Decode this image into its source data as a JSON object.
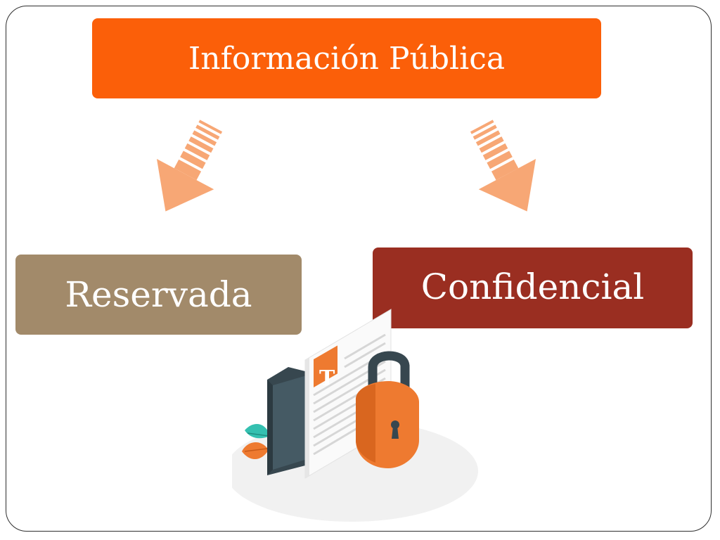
{
  "diagram": {
    "top_node": {
      "label": "Información Pública"
    },
    "left_node": {
      "label": "Reservada"
    },
    "right_node": {
      "label": "Confidencial"
    },
    "document_icon_letter": "T"
  },
  "colors": {
    "top_node": "#fb5f09",
    "left_node": "#a28a6a",
    "right_node": "#9a2e21",
    "arrow": "#f7a775",
    "lock": "#ee7a30",
    "folder": "#455a64"
  },
  "icons": [
    "arrow-down-left-icon",
    "arrow-down-right-icon",
    "document-icon",
    "folder-icon",
    "padlock-icon",
    "leaf-icon"
  ]
}
